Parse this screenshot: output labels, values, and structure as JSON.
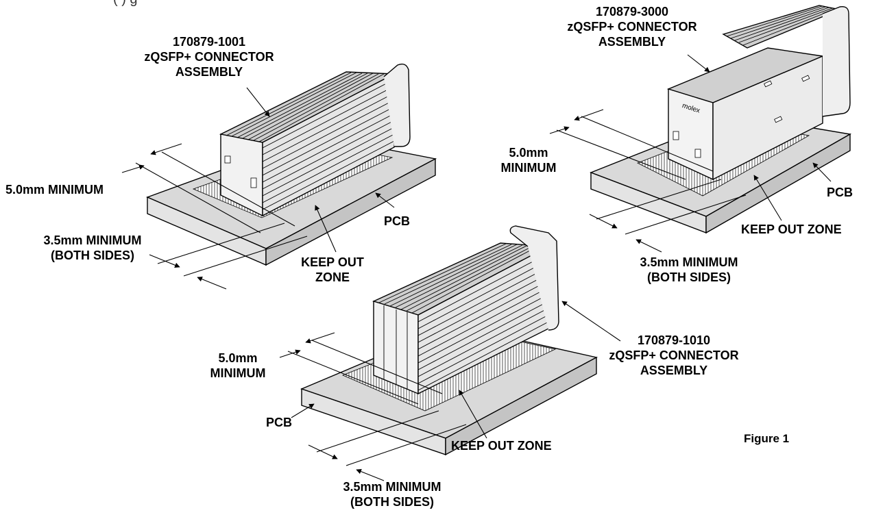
{
  "top_fragment": "(       )                g",
  "assemblies": [
    {
      "id": "a",
      "part_number": "170879-1001",
      "name_line1": "zQSFP+ CONNECTOR",
      "name_line2": "ASSEMBLY",
      "min_front": "5.0mm MINIMUM",
      "min_side_1": "3.5mm MINIMUM",
      "min_side_2": "(BOTH SIDES)",
      "pcb": "PCB",
      "keepout_1": "KEEP OUT",
      "keepout_2": "ZONE"
    },
    {
      "id": "b",
      "part_number": "170879-3000",
      "name_line1": "zQSFP+ CONNECTOR",
      "name_line2": "ASSEMBLY",
      "min_front_1": "5.0mm",
      "min_front_2": "MINIMUM",
      "min_side_1": "3.5mm MINIMUM",
      "min_side_2": "(BOTH SIDES)",
      "pcb": "PCB",
      "keepout": "KEEP OUT ZONE"
    },
    {
      "id": "c",
      "part_number": "170879-1010",
      "name_line1": "zQSFP+ CONNECTOR",
      "name_line2": "ASSEMBLY",
      "min_front_1": "5.0mm",
      "min_front_2": "MINIMUM",
      "min_side_1": "3.5mm MINIMUM",
      "min_side_2": "(BOTH SIDES)",
      "pcb": "PCB",
      "keepout": "KEEP OUT ZONE"
    }
  ],
  "figure_caption": "Figure 1"
}
